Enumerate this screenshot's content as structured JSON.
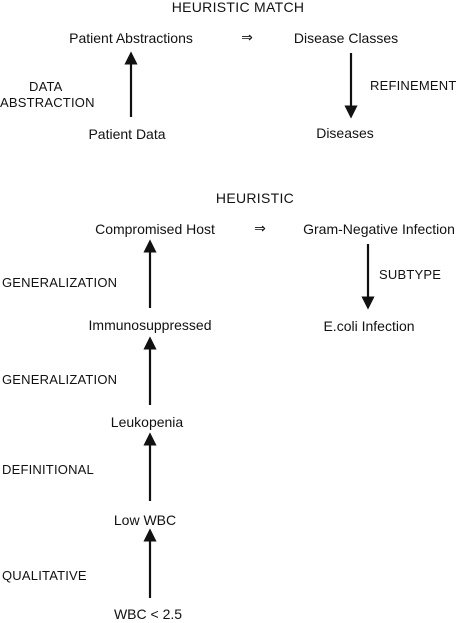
{
  "top": {
    "title": "HEURISTIC MATCH",
    "patient_abstractions": "Patient Abstractions",
    "implies": "⇒",
    "disease_classes": "Disease Classes",
    "data_abstraction_line1": "DATA",
    "data_abstraction_line2": "ABSTRACTION",
    "refinement": "REFINEMENT",
    "patient_data": "Patient Data",
    "diseases": "Diseases"
  },
  "bottom": {
    "title": "HEURISTIC",
    "compromised_host": "Compromised Host",
    "implies": "⇒",
    "gram_negative": "Gram-Negative Infection",
    "subtype": "SUBTYPE",
    "ecoli": "E.coli Infection",
    "generalization_1": "GENERALIZATION",
    "immunosuppressed": "Immunosuppressed",
    "generalization_2": "GENERALIZATION",
    "leukopenia": "Leukopenia",
    "definitional": "DEFINITIONAL",
    "low_wbc": "Low WBC",
    "qualitative": "QUALITATIVE",
    "wbc_value": "WBC < 2.5"
  }
}
